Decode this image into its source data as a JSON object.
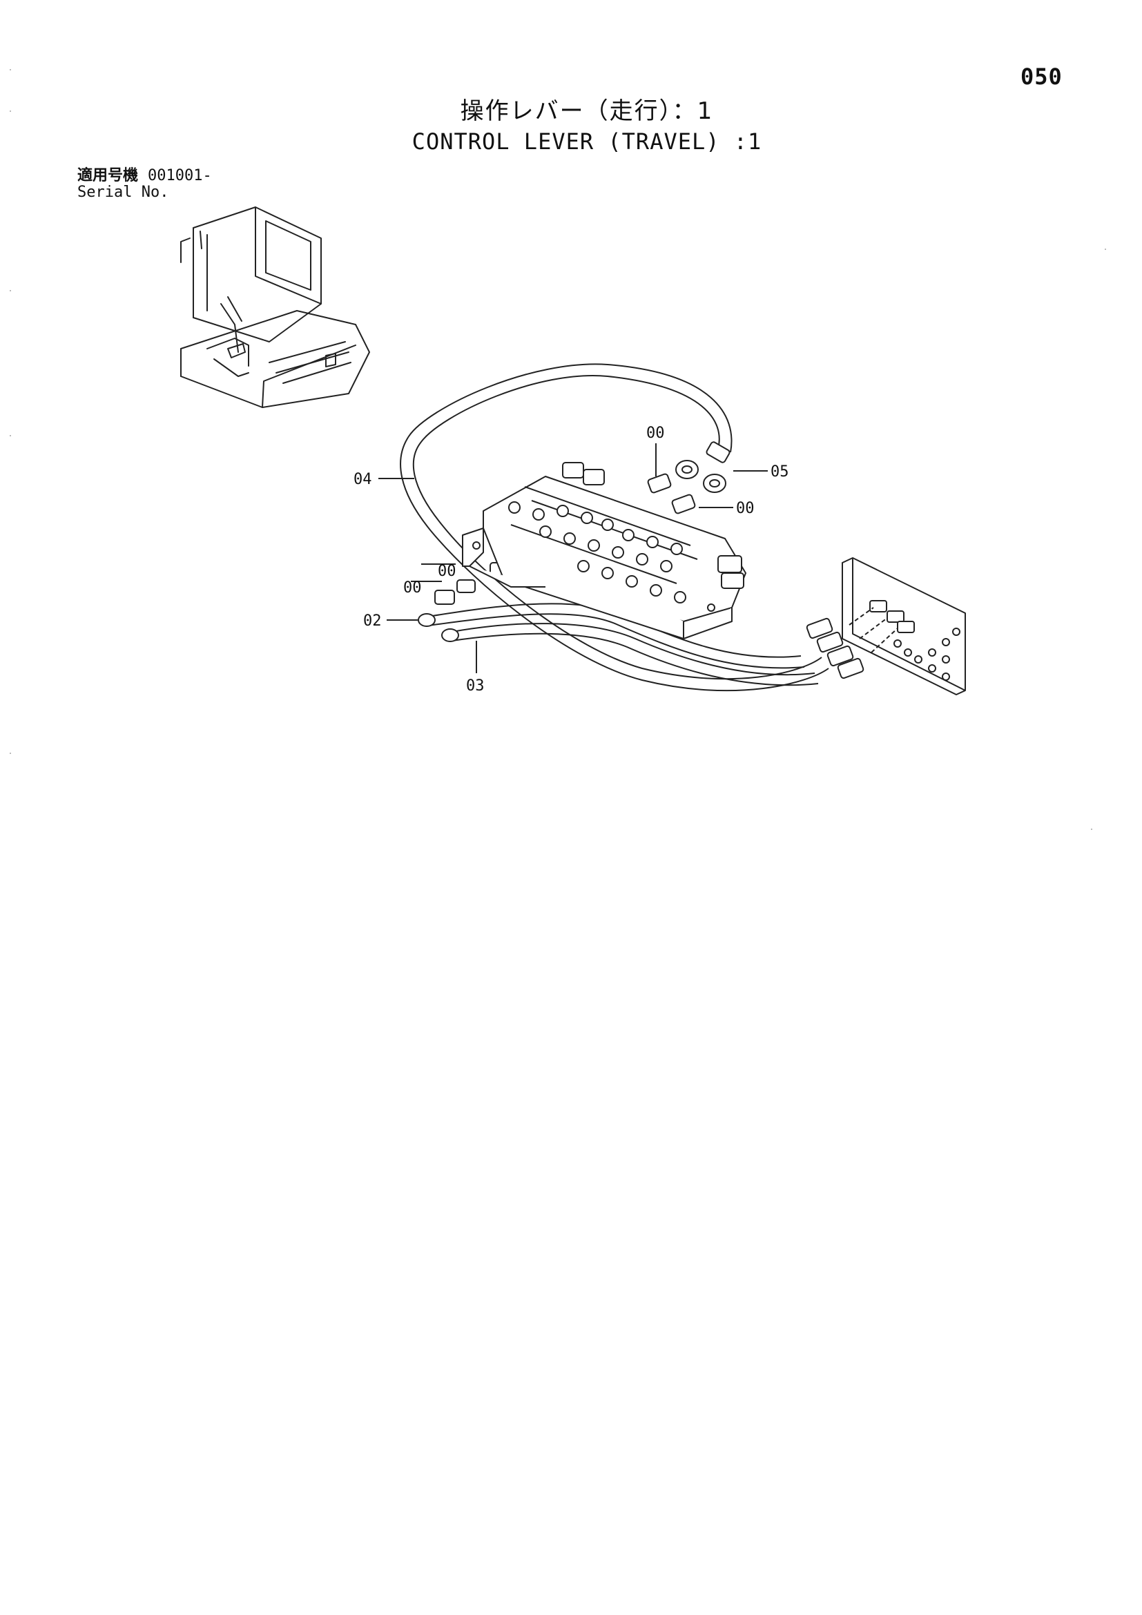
{
  "page_number": "050",
  "title": {
    "japanese": "操作レバー（走行）：1",
    "english": "CONTROL LEVER (TRAVEL) :1"
  },
  "serial": {
    "label_jp": "適用号機",
    "label_en": "Serial No.",
    "value": "001001-"
  },
  "callouts": {
    "c04": "04",
    "c00_top": "00",
    "c05": "05",
    "c00_right": "00",
    "c00_left_a": "00",
    "c00_left_b": "00",
    "c02": "02",
    "c03": "03"
  }
}
